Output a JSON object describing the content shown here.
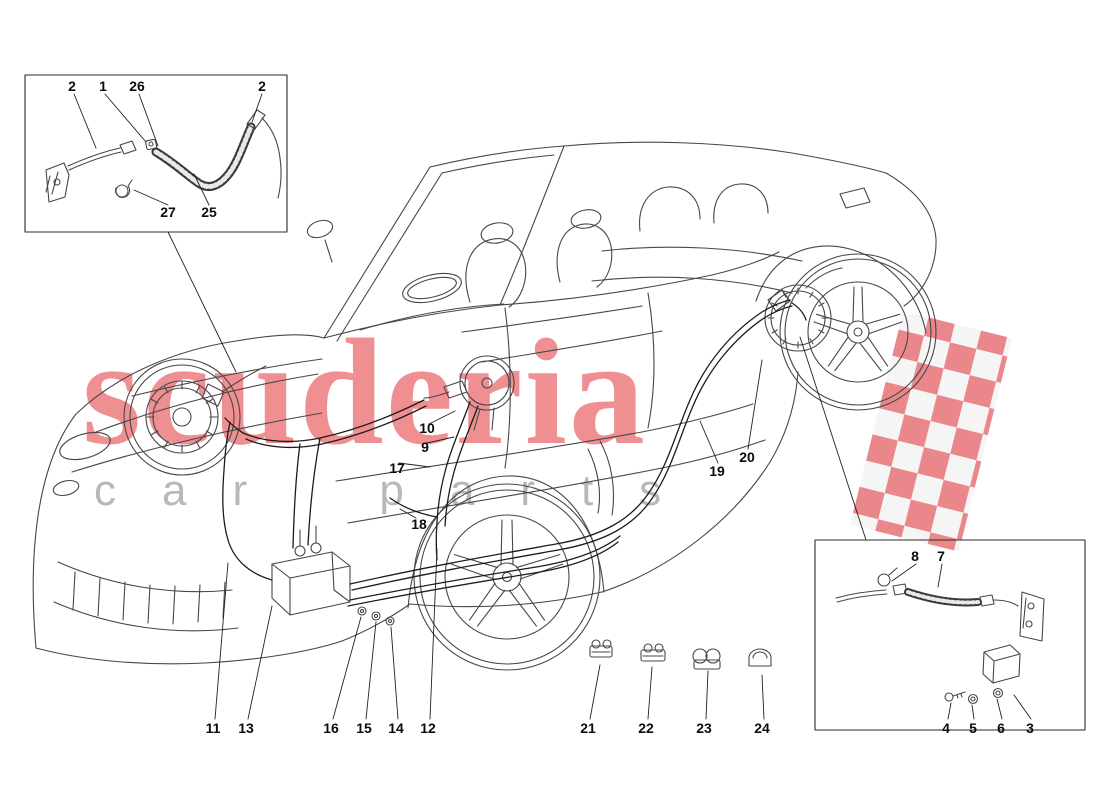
{
  "watermark": {
    "brand": "scuderia",
    "tagline": "car parts",
    "brand_color": "#df2026",
    "tagline_color": "#7d7d7d",
    "checker_red": "#d9262c",
    "checker_light": "#ededed"
  },
  "diagram": {
    "line_color": "#474747",
    "pipe_color": "#1c1c1c",
    "callouts": [
      {
        "label": "2"
      },
      {
        "label": "1"
      },
      {
        "label": "26"
      },
      {
        "label": "2"
      },
      {
        "label": "27"
      },
      {
        "label": "25"
      },
      {
        "label": "10"
      },
      {
        "label": "9"
      },
      {
        "label": "17"
      },
      {
        "label": "18"
      },
      {
        "label": "19"
      },
      {
        "label": "20"
      },
      {
        "label": "11"
      },
      {
        "label": "13"
      },
      {
        "label": "16"
      },
      {
        "label": "15"
      },
      {
        "label": "14"
      },
      {
        "label": "12"
      },
      {
        "label": "21"
      },
      {
        "label": "22"
      },
      {
        "label": "23"
      },
      {
        "label": "24"
      },
      {
        "label": "8"
      },
      {
        "label": "7"
      },
      {
        "label": "4"
      },
      {
        "label": "5"
      },
      {
        "label": "6"
      },
      {
        "label": "3"
      }
    ]
  }
}
